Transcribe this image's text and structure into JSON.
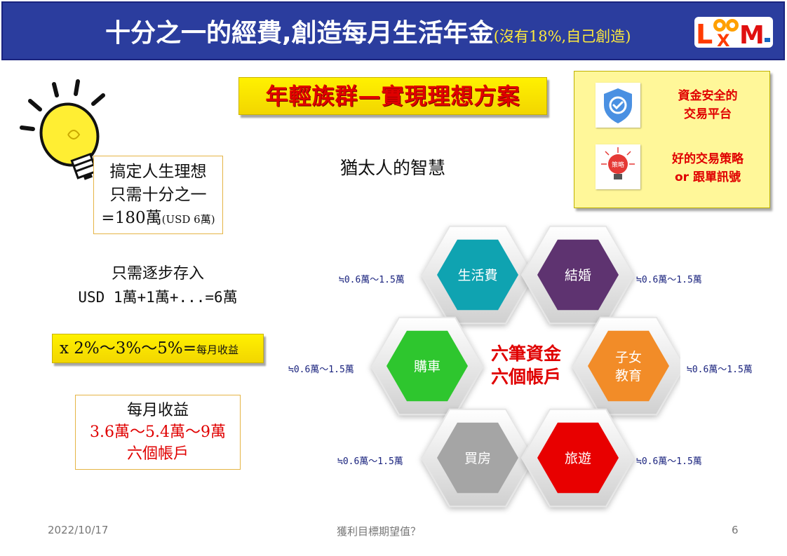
{
  "header": {
    "title": "十分之一的經費,創造每月生活年金",
    "subtitle": "(沒有18%,自己創造)",
    "logo": "LOOKM"
  },
  "banner": "年輕族群—實現理想方案",
  "info": {
    "item1": {
      "icon": "shield-check-icon",
      "line1": "資金安全的",
      "line2": "交易平台"
    },
    "item2": {
      "icon": "strategy-bulb-icon",
      "badge": "策略",
      "line1": "好的交易策略",
      "line2": "or 跟單訊號"
    }
  },
  "note1": {
    "line1": "搞定人生理想",
    "line2": "只需十分之一",
    "line3": "=180萬",
    "line3_small": "(USD 6萬)"
  },
  "step": {
    "line1": "只需逐步存入",
    "line2": "USD 1萬+1萬+...=6萬"
  },
  "rate": {
    "main": "x 2%～3%～5%=",
    "small": "每月收益"
  },
  "income": {
    "line1": "每月收益",
    "line2": "3.6萬～5.4萬～9萬",
    "line3": "六個帳戶"
  },
  "wisdom": "猶太人的智慧",
  "center": {
    "line1": "六筆資金",
    "line2": "六個帳戶"
  },
  "hexes": [
    {
      "label": "生活費",
      "amount": "≒0.6萬～1.5萬",
      "color": "#0fa3b1"
    },
    {
      "label": "結婚",
      "amount": "≒0.6萬～1.5萬",
      "color": "#5e3370"
    },
    {
      "label": "購車",
      "amount": "≒0.6萬～1.5萬",
      "color": "#2ec62e"
    },
    {
      "label": "子女教育",
      "label1": "子女",
      "label2": "教育",
      "amount": "≒0.6萬～1.5萬",
      "color": "#f28c28"
    },
    {
      "label": "買房",
      "amount": "≒0.6萬～1.5萬",
      "color": "#a5a5a5"
    },
    {
      "label": "旅遊",
      "amount": "≒0.6萬～1.5萬",
      "color": "#e80000"
    }
  ],
  "footer": {
    "date": "2022/10/17",
    "center": "獲利目標期望值？",
    "page": "6"
  },
  "colors": {
    "header_bg": "#2b3d9e",
    "accent_red": "#e00000",
    "yellow": "#fff100",
    "amount_blue": "#1a237e"
  }
}
